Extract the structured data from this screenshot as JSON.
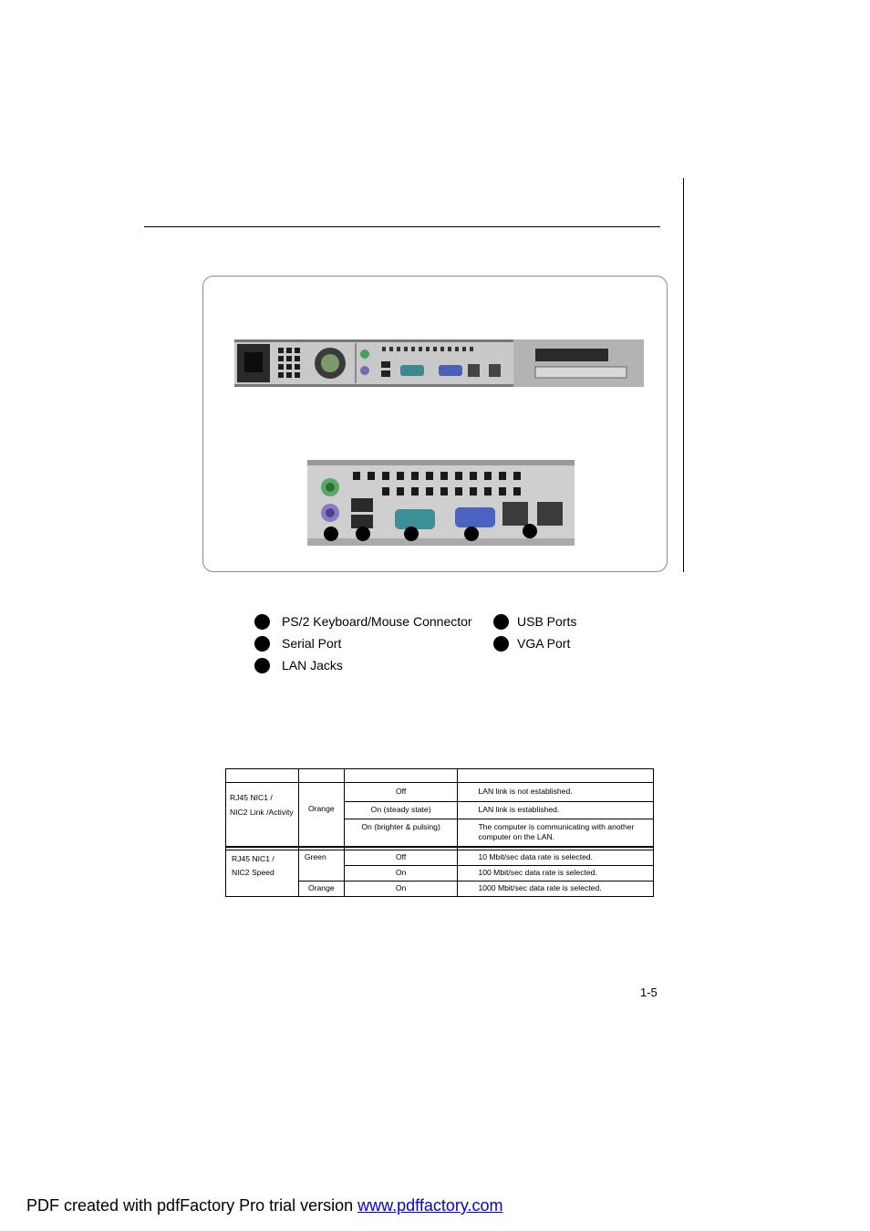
{
  "legend": [
    {
      "label": "PS/2 Keyboard/Mouse Connector"
    },
    {
      "label": "USB Ports"
    },
    {
      "label": "Serial Port"
    },
    {
      "label": "VGA Port"
    },
    {
      "label": "LAN Jacks"
    }
  ],
  "table": {
    "rows": [
      {
        "led": "RJ45 NIC1 /",
        "color": "",
        "state": "Off",
        "desc": "LAN link is not established."
      },
      {
        "led": "NIC2 Link /Activity",
        "color": "Orange",
        "state": "On (steady state)",
        "desc": "LAN link is established."
      },
      {
        "led": "",
        "color": "",
        "state": "On (brighter & pulsing)",
        "desc": "The computer is communicating with another computer on the LAN."
      },
      {
        "led": "RJ45 NIC1 /",
        "color": "Green",
        "state": "Off",
        "desc": "10 Mbit/sec data rate is selected."
      },
      {
        "led": "NIC2 Speed",
        "color": "",
        "state": "On",
        "desc": "100 Mbit/sec data rate is selected."
      },
      {
        "led": "",
        "color": "Orange",
        "state": "On",
        "desc": "1000 Mbit/sec data rate is selected."
      }
    ]
  },
  "page_number": "1-5",
  "footer": {
    "text": "PDF created with pdfFactory Pro trial version ",
    "link": "www.pdffactory.com"
  }
}
